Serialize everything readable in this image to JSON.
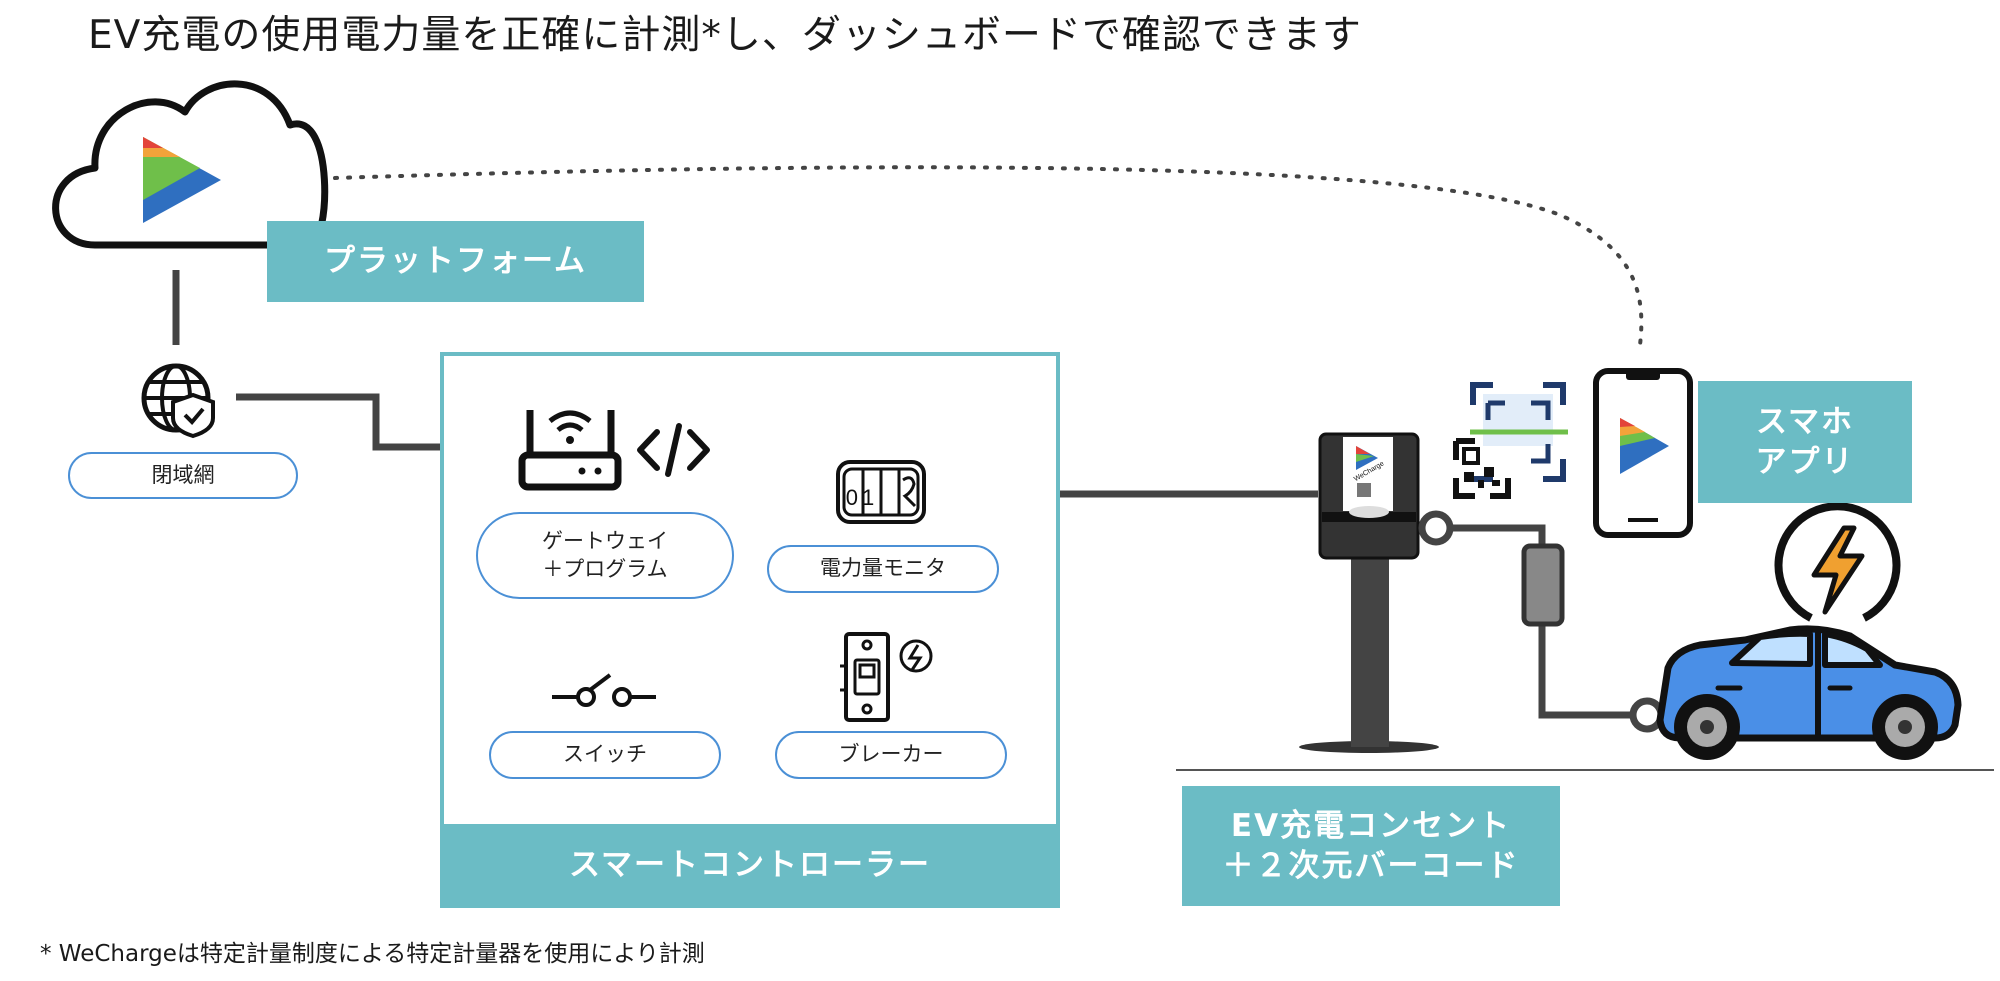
{
  "title": "EV充電の使用電力量を正確に計測*し、ダッシュボードで確認できます",
  "labels": {
    "platform": "プラットフォーム",
    "closed_network": "閉域網",
    "gateway": "ゲートウェイ\n＋プログラム",
    "power_monitor": "電力量モニタ",
    "switch": "スイッチ",
    "breaker": "ブレーカー",
    "smart_controller": "スマートコントローラー",
    "ev_outlet": "EV充電コンセント\n＋２次元バーコード",
    "smartphone_app": "スマホ\nアプリ"
  },
  "device_text": {
    "meter_digits": "01",
    "charger_brand": "WeCharge"
  },
  "footnote": "* WeChargeは特定計量制度による特定計量器を使用により計測",
  "colors": {
    "teal": "#6bbcc5",
    "pill_border": "#4b90d6",
    "car_blue": "#4a8fe7",
    "bolt_orange": "#f0a030",
    "logo_red": "#e3443a",
    "logo_orange": "#f2a33a",
    "logo_green": "#6fbf4a",
    "logo_blue": "#2f6fc0"
  }
}
